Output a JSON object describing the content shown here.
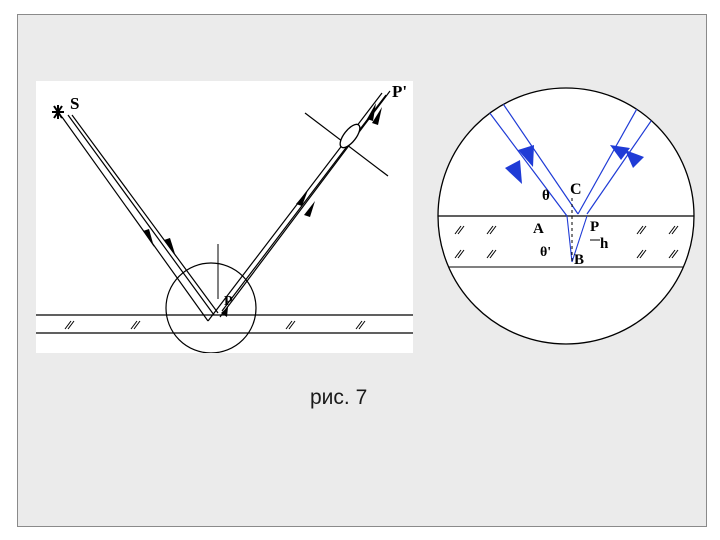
{
  "caption": "рис. 7",
  "left_figure": {
    "labels": {
      "source": "S",
      "image_point": "P'",
      "point": "P"
    }
  },
  "right_figure": {
    "labels": {
      "angle_incidence": "θ",
      "point_c": "C",
      "point_a": "A",
      "point_p": "P",
      "height": "h",
      "angle_refraction": "θ'",
      "point_b": "B"
    }
  },
  "colors": {
    "slide_bg": "#ebebeb",
    "panel_bg": "#ffffff",
    "line": "#000000",
    "ray_blue": "#1f3bd6"
  }
}
